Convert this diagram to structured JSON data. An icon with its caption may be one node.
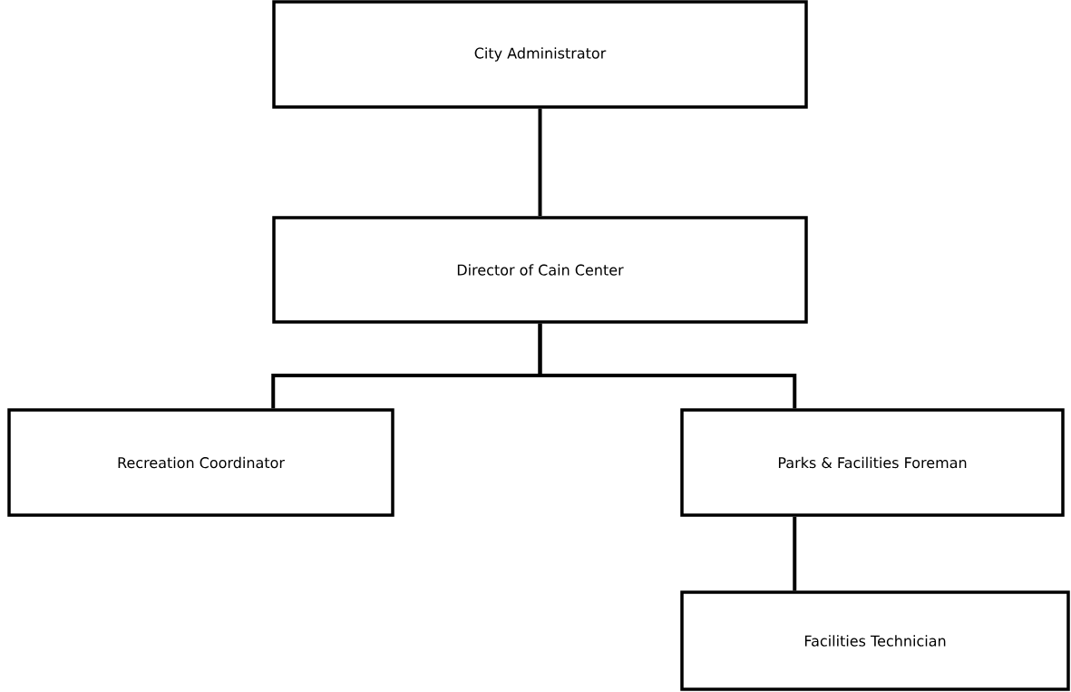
{
  "diagram": {
    "nodes": [
      {
        "text": [
          "City Administrator"
        ]
      },
      {
        "text": [
          "Director of Cain Center"
        ]
      },
      {
        "text": [
          "Recreation Coordinator"
        ]
      },
      {
        "text": [
          "Parks & Facilities Foreman"
        ]
      },
      {
        "text": [
          "Facilities Technician"
        ]
      }
    ],
    "edges": [
      {
        "from": 0,
        "to": 1,
        "arrow": "none"
      },
      {
        "from": 1,
        "to": 2,
        "arrow": "none"
      },
      {
        "from": 1,
        "to": 3,
        "arrow": "none"
      },
      {
        "from": 3,
        "to": 4,
        "arrow": "none"
      }
    ]
  }
}
